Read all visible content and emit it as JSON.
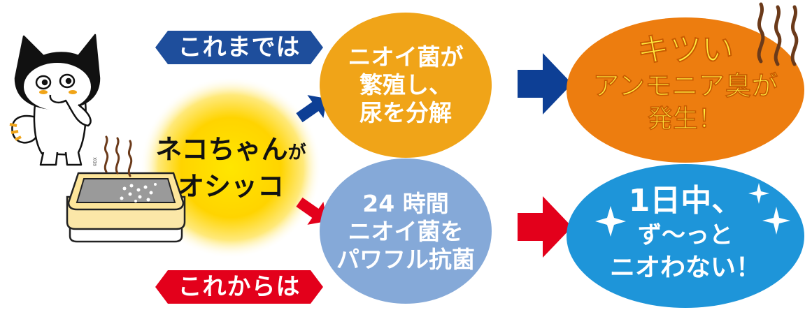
{
  "colors": {
    "before_tag": "#1e4e9c",
    "after_tag": "#e3001b",
    "before_arrow": "#0d3f95",
    "after_arrow": "#e3001b",
    "mid_bubble_top": "#f0a418",
    "mid_bubble_bottom": "#85a9d8",
    "result_top": "#ed7d0f",
    "result_bottom": "#1e95d9",
    "result_top_text": "#ffec3d",
    "sun_glow": "#ffd400"
  },
  "icons": {
    "cat": "cat-illustration",
    "litter": "litter-box-icon",
    "odor": "odor-wavy-lines-icon",
    "sparkle": "sparkle-icon",
    "arrow": "arrow-right-icon"
  },
  "tags": {
    "before": "これまでは",
    "after": "これからは"
  },
  "center": {
    "line1_main": "ネコちゃん",
    "line1_small": "が",
    "line2": "オシッコ"
  },
  "before": {
    "cause": [
      "ニオイ菌が",
      "繁殖し、",
      "尿を分解"
    ],
    "result": [
      "キツい",
      "アンモニア臭が",
      "発生！"
    ]
  },
  "after": {
    "cause": [
      "24 時間",
      "ニオイ菌を",
      "パワフル抗菌"
    ],
    "result": [
      "1日中、",
      "ず〜っと",
      "ニオわない！"
    ]
  },
  "copyright": "©DX"
}
